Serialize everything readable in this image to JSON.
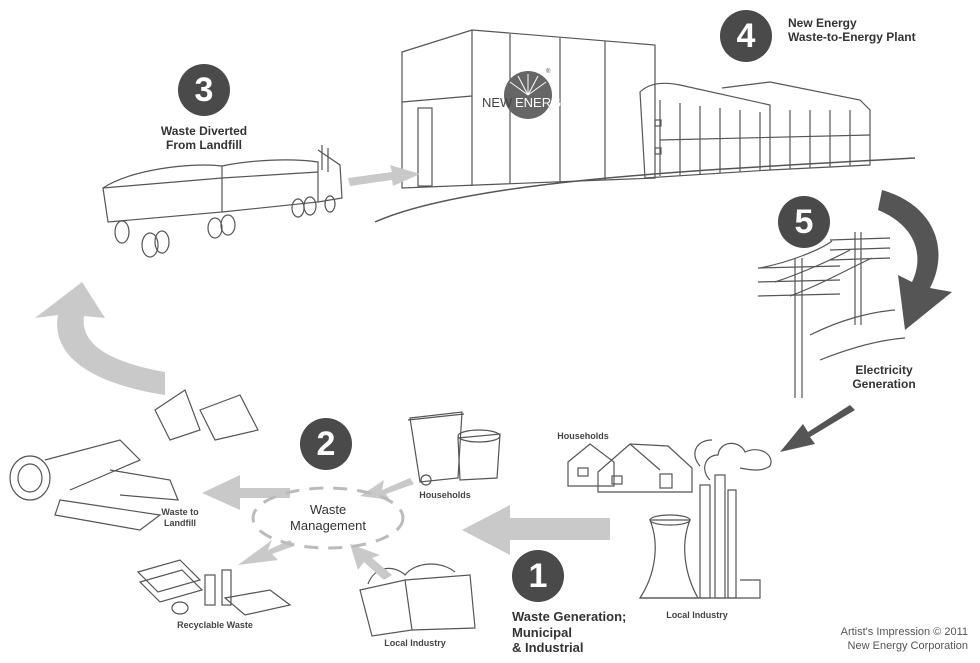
{
  "steps": [
    {
      "number": "1",
      "title": "Waste Generation; Municipal & Industrial"
    },
    {
      "number": "2",
      "title": "Waste Management"
    },
    {
      "number": "3",
      "title": "Waste Diverted From Landfill"
    },
    {
      "number": "4",
      "title": "New Energy Waste-to-Energy Plant"
    },
    {
      "number": "5",
      "title": "Electricity Generation"
    }
  ],
  "text": {
    "step1_l1": "Waste Generation;",
    "step1_l2": "Municipal",
    "step1_l3": "& Industrial",
    "step2_l1": "Waste",
    "step2_l2": "Management",
    "step3_l1": "Waste Diverted",
    "step3_l2": "From Landfill",
    "step4_l1": "New Energy",
    "step4_l2": "Waste-to-Energy Plant",
    "step5_l1": "Electricity",
    "step5_l2": "Generation"
  },
  "labels": {
    "households_bin": "Households",
    "households_house": "Households",
    "local_industry_skips": "Local Industry",
    "local_industry_factory": "Local Industry",
    "waste_to_landfill_l1": "Waste to",
    "waste_to_landfill_l2": "Landfill",
    "recyclable_waste": "Recyclable Waste"
  },
  "logo": {
    "text_left": "NEW",
    "text_right": "ENERGY",
    "mark": "®"
  },
  "credit": {
    "line1": "Artist's Impression © 2011",
    "line2": "New Energy Corporation"
  },
  "colors": {
    "badge": "#4a4a4a",
    "arrow_light": "#c9c9c9",
    "arrow_dark": "#555555",
    "line": "#555555"
  }
}
